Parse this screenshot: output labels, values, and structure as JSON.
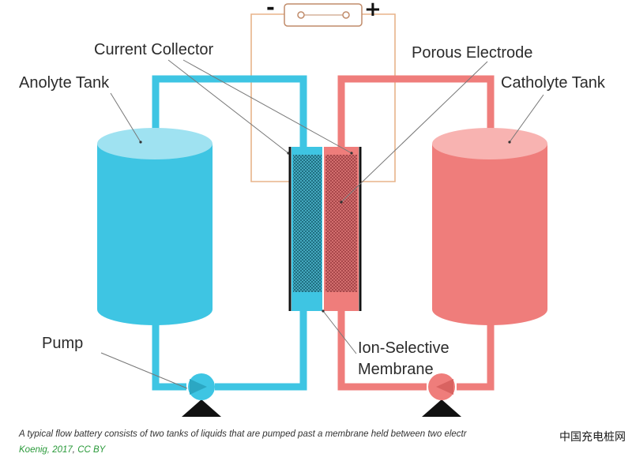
{
  "labels": {
    "current_collector": "Current Collector",
    "porous_electrode": "Porous Electrode",
    "anolyte_tank": "Anolyte Tank",
    "catholyte_tank": "Catholyte Tank",
    "pump": "Pump",
    "ion_selective_line1": "Ion-Selective",
    "ion_selective_line2": "Membrane"
  },
  "terminals": {
    "negative": "-",
    "positive": "+"
  },
  "caption": {
    "text": "A typical flow battery consists of two tanks of liquids that are pumped past a membrane held between two electr",
    "author": "Koenig, 2017",
    "separator": ",",
    "license": "CC BY"
  },
  "watermark": "中国充电桩网",
  "colors": {
    "anolyte": "#3ec5e3",
    "anolyte_top": "#9fe2f1",
    "catholyte": "#ef7d7b",
    "catholyte_top": "#f8b3b1",
    "wire": "#e8b48a",
    "pump_base": "#111111",
    "credit_link": "#2a9a3a"
  }
}
